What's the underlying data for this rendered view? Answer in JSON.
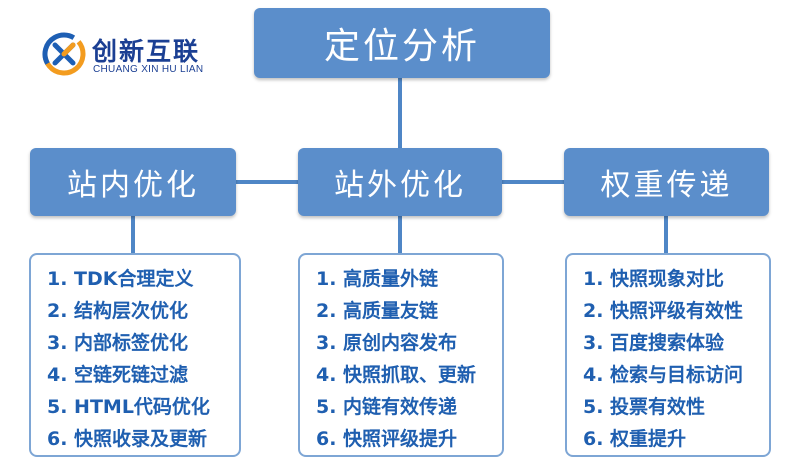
{
  "logo": {
    "name_cn": "创新互联",
    "name_en": "CHUANG XIN HU LIAN",
    "colors": {
      "ring_orange": "#f39c1f",
      "ring_blue": "#1e5fb4",
      "text": "#1b3f93"
    }
  },
  "root": {
    "label": "定位分析"
  },
  "branches": [
    {
      "label": "站内优化",
      "items": [
        "1. TDK合理定义",
        "2. 结构层次优化",
        "3. 内部标签优化",
        "4. 空链死链过滤",
        "5. HTML代码优化",
        "6. 快照收录及更新"
      ]
    },
    {
      "label": "站外优化",
      "items": [
        "1. 高质量外链",
        "2. 高质量友链",
        "3. 原创内容发布",
        "4. 快照抓取、更新",
        "5. 内链有效传递",
        "6. 快照评级提升"
      ]
    },
    {
      "label": "权重传递",
      "items": [
        "1. 快照现象对比",
        "2. 快照评级有效性",
        "3. 百度搜索体验",
        "4. 检索与目标访问",
        "5. 投票有效性",
        "6. 权重提升"
      ]
    }
  ],
  "colors": {
    "node_fill": "#5b8ecb",
    "connector": "#4f86c6",
    "list_border": "#7ea6d5",
    "list_text": "#1f5fb0"
  }
}
